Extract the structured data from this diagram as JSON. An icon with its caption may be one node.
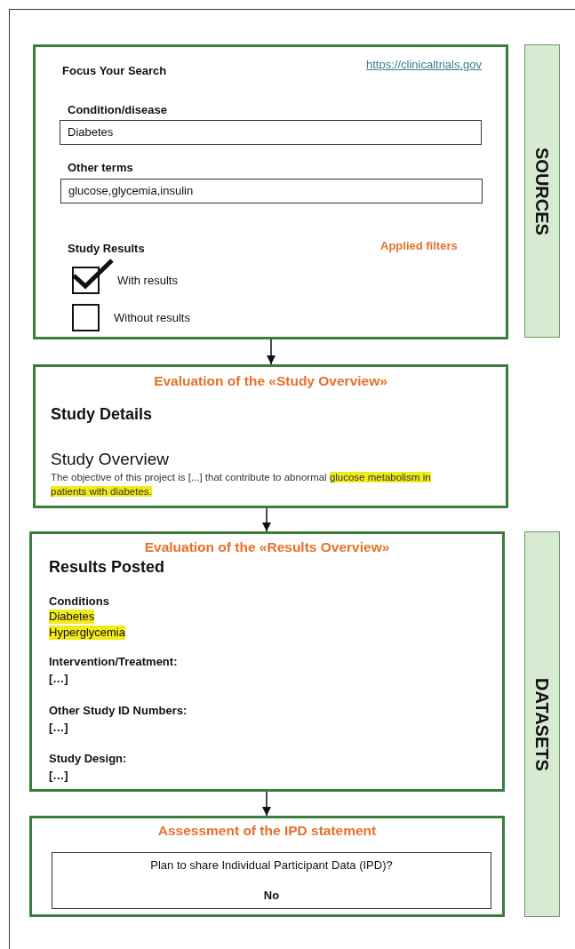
{
  "diagram": {
    "nodes": [
      {
        "text": [
          "Focus Your Search",
          "https://clinicaltrials.gov",
          "Condition/disease",
          "Other terms",
          "Study Results",
          "Applied filters",
          "With results",
          "Without results"
        ]
      },
      {
        "text": [
          "Diabetes"
        ],
        "in": 0
      },
      {
        "text": [
          "glucose,glycemia,insulin"
        ],
        "in": 0
      },
      {
        "text": [
          "Evaluation of the «Study Overview»",
          "Study Details",
          "Study Overview",
          "The objective of this project is [...] that contribute to abnormal",
          "glucose metabolism in patients with diabetes."
        ]
      },
      {
        "text": [
          "Evaluation of the «Results Overview»",
          "Results Posted",
          "Conditions",
          "Diabetes",
          "Hyperglycemia",
          "Intervention/Treatment:",
          "[…]",
          "Other Study ID Numbers:",
          "[…]",
          "Study Design:",
          "[…]"
        ]
      },
      {
        "text": [
          "Assessment of the IPD statement"
        ]
      },
      {
        "text": [
          "Plan to share Individual Participant Data (IPD)?",
          "No"
        ],
        "in": 5
      },
      {
        "text": [
          "SOURCES"
        ]
      },
      {
        "text": [
          "DATASETS"
        ]
      }
    ],
    "edges": [
      {
        "from": 0,
        "to": 3,
        "arrow": "to"
      },
      {
        "from": 3,
        "to": 4,
        "arrow": "to"
      },
      {
        "from": 4,
        "to": 5,
        "arrow": "to"
      }
    ]
  }
}
